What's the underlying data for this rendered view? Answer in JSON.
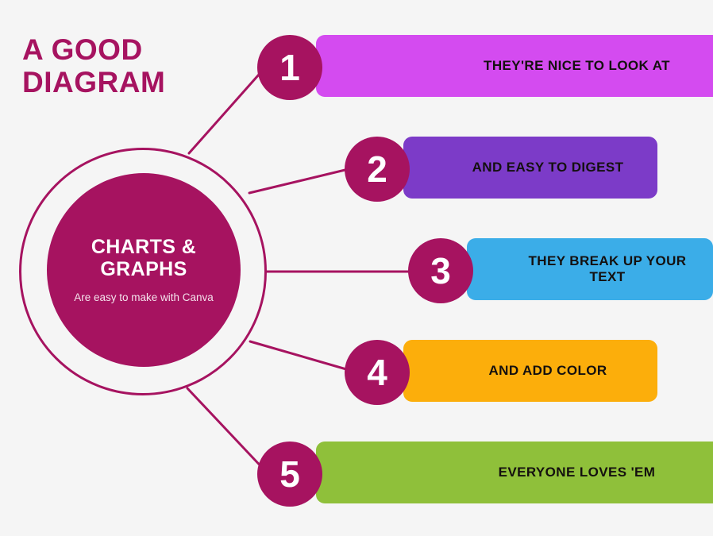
{
  "title": "A GOOD\nDIAGRAM",
  "background_color": "#f5f5f5",
  "brand_color": "#a61360",
  "hub": {
    "title": "CHARTS & GRAPHS",
    "subtitle": "Are easy to make with Canva",
    "fill_color": "#a61360",
    "ring_color": "#a61360",
    "text_color": "#ffffff"
  },
  "items": [
    {
      "number": "1",
      "label": "THEY'RE NICE TO LOOK AT",
      "color": "#d44bf0",
      "badge_color": "#a61360",
      "text_color": "#14100f"
    },
    {
      "number": "2",
      "label": "AND EASY TO DIGEST",
      "color": "#7c3bc8",
      "badge_color": "#a61360",
      "text_color": "#14100f"
    },
    {
      "number": "3",
      "label": "THEY BREAK UP YOUR TEXT",
      "color": "#3bade8",
      "badge_color": "#a61360",
      "text_color": "#14100f"
    },
    {
      "number": "4",
      "label": "AND ADD COLOR",
      "color": "#fcae0b",
      "badge_color": "#a61360",
      "text_color": "#14100f"
    },
    {
      "number": "5",
      "label": "EVERYONE LOVES 'EM",
      "color": "#8fc03a",
      "badge_color": "#a61360",
      "text_color": "#14100f"
    }
  ],
  "chart_data": {
    "type": "diagram",
    "title": "A GOOD DIAGRAM",
    "center_node": "CHARTS & GRAPHS",
    "center_note": "Are easy to make with Canva",
    "branch_count": 5,
    "branches": [
      {
        "index": 1,
        "text": "THEY'RE NICE TO LOOK AT",
        "color": "#d44bf0"
      },
      {
        "index": 2,
        "text": "AND EASY TO DIGEST",
        "color": "#7c3bc8"
      },
      {
        "index": 3,
        "text": "THEY BREAK UP YOUR TEXT",
        "color": "#3bade8"
      },
      {
        "index": 4,
        "text": "AND ADD COLOR",
        "color": "#fcae0b"
      },
      {
        "index": 5,
        "text": "EVERYONE LOVES 'EM",
        "color": "#8fc03a"
      }
    ],
    "layout": "radial-hub-and-spoke, hub at left, five labelled bars stacked at right"
  }
}
